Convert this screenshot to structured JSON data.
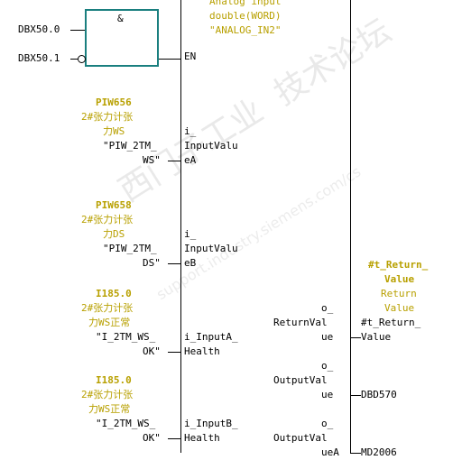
{
  "and_block": {
    "symbol": "&",
    "in1": "DBX50.0",
    "in2": "DBX50.1",
    "out_pin": "EN"
  },
  "block_header": {
    "line1": "Analog input",
    "line2": "double(WORD)",
    "line3": "\"ANALOG_IN2\""
  },
  "input_a": {
    "addr": "PIW656",
    "comment1": "2#张力计张",
    "comment2": "力WS",
    "sym1": "\"PIW_2TM_",
    "sym2": "WS\"",
    "pin1": "i_",
    "pin2": "InputValu",
    "pin3": "eA"
  },
  "input_b": {
    "addr": "PIW658",
    "comment1": "2#张力计张",
    "comment2": "力DS",
    "sym1": "\"PIW_2TM_",
    "sym2": "DS\"",
    "pin1": "i_",
    "pin2": "InputValu",
    "pin3": "eB"
  },
  "health_a": {
    "addr": "I185.0",
    "comment1": "2#张力计张",
    "comment2": "力WS正常",
    "sym1": "\"I_2TM_WS_",
    "sym2": "OK\"",
    "pin1": "i_InputA_",
    "pin2": "Health"
  },
  "health_b": {
    "addr": "I185.0",
    "comment1": "2#张力计张",
    "comment2": "力WS正常",
    "sym1": "\"I_2TM_WS_",
    "sym2": "OK\"",
    "pin1": "i_InputB_",
    "pin2": "Health"
  },
  "return_value": {
    "var1": "#t_Return_",
    "var2": "Value",
    "comment1": "Return",
    "comment2": "Value",
    "pin1": "o_",
    "pin2": "ReturnVal",
    "pin3": "ue",
    "out1": "#t_Return_",
    "out2": "Value"
  },
  "output_value": {
    "pin1": "o_",
    "pin2": "OutputVal",
    "pin3": "ue",
    "out": "DBD570"
  },
  "output_value_a": {
    "pin1": "o_",
    "pin2": "OutputVal",
    "pin3": "ueA",
    "out": "MD2006"
  },
  "watermark": {
    "text1": "西门子工业  技术论坛",
    "text2": "support.industry.siemens.com/cs"
  }
}
